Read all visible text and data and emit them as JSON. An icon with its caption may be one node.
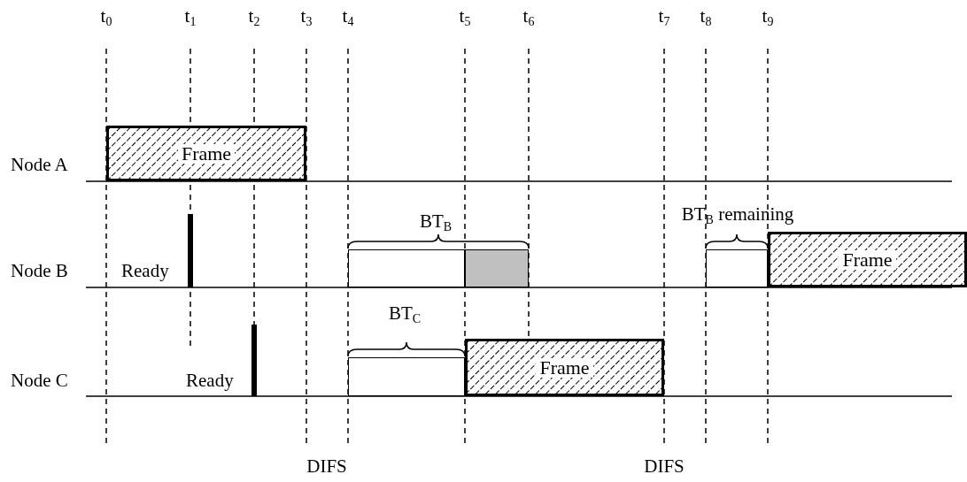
{
  "diagram": {
    "nodes": [
      {
        "text": [
          "Frame"
        ]
      },
      {
        "text": [],
        "shape": "box"
      },
      {
        "text": [],
        "shape": "box"
      },
      {
        "text": [],
        "shape": "box"
      },
      {
        "text": [
          "Frame"
        ]
      },
      {
        "text": [],
        "shape": "box"
      },
      {
        "text": [
          "Frame"
        ]
      }
    ],
    "labels": [
      "t$_{0}$",
      "t$_{1}$",
      "t$_{2}$",
      "t$_{3}$",
      "t$_{4}$",
      "t$_{5}$",
      "t$_{6}$",
      "t$_{7}$",
      "t$_{8}$",
      "t$_{9}$",
      "Node A",
      "BT$_{B}$",
      "BT$_{B}$ remaining",
      "Node B",
      "Ready",
      "BT$_{C}$",
      "Node C",
      "Ready",
      "DIFS",
      "DIFS"
    ]
  }
}
